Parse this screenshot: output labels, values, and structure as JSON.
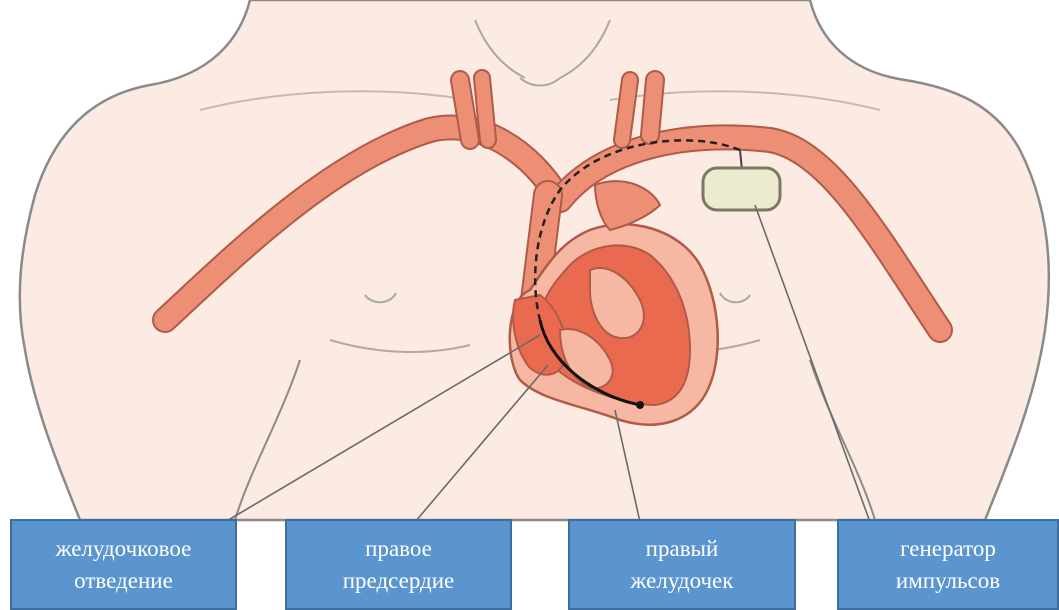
{
  "labels": [
    {
      "id": "ventricular-lead",
      "lines": [
        "желудочковое",
        "отведение"
      ]
    },
    {
      "id": "right-atrium",
      "lines": [
        "правое",
        "предсердие"
      ]
    },
    {
      "id": "right-ventricle",
      "lines": [
        "правый",
        "желудочек"
      ]
    },
    {
      "id": "pulse-generator",
      "lines": [
        "генератор",
        "импульсов"
      ]
    }
  ],
  "colors": {
    "skin": "#fcebe3",
    "outline": "#8a8a8a",
    "vessel": "#ec8f75",
    "heart": "#ea6a50",
    "heart_light": "#f6b8a3",
    "device": "#ecebd0",
    "label_bg": "#5b95cf",
    "label_border": "#3f6f9f"
  }
}
